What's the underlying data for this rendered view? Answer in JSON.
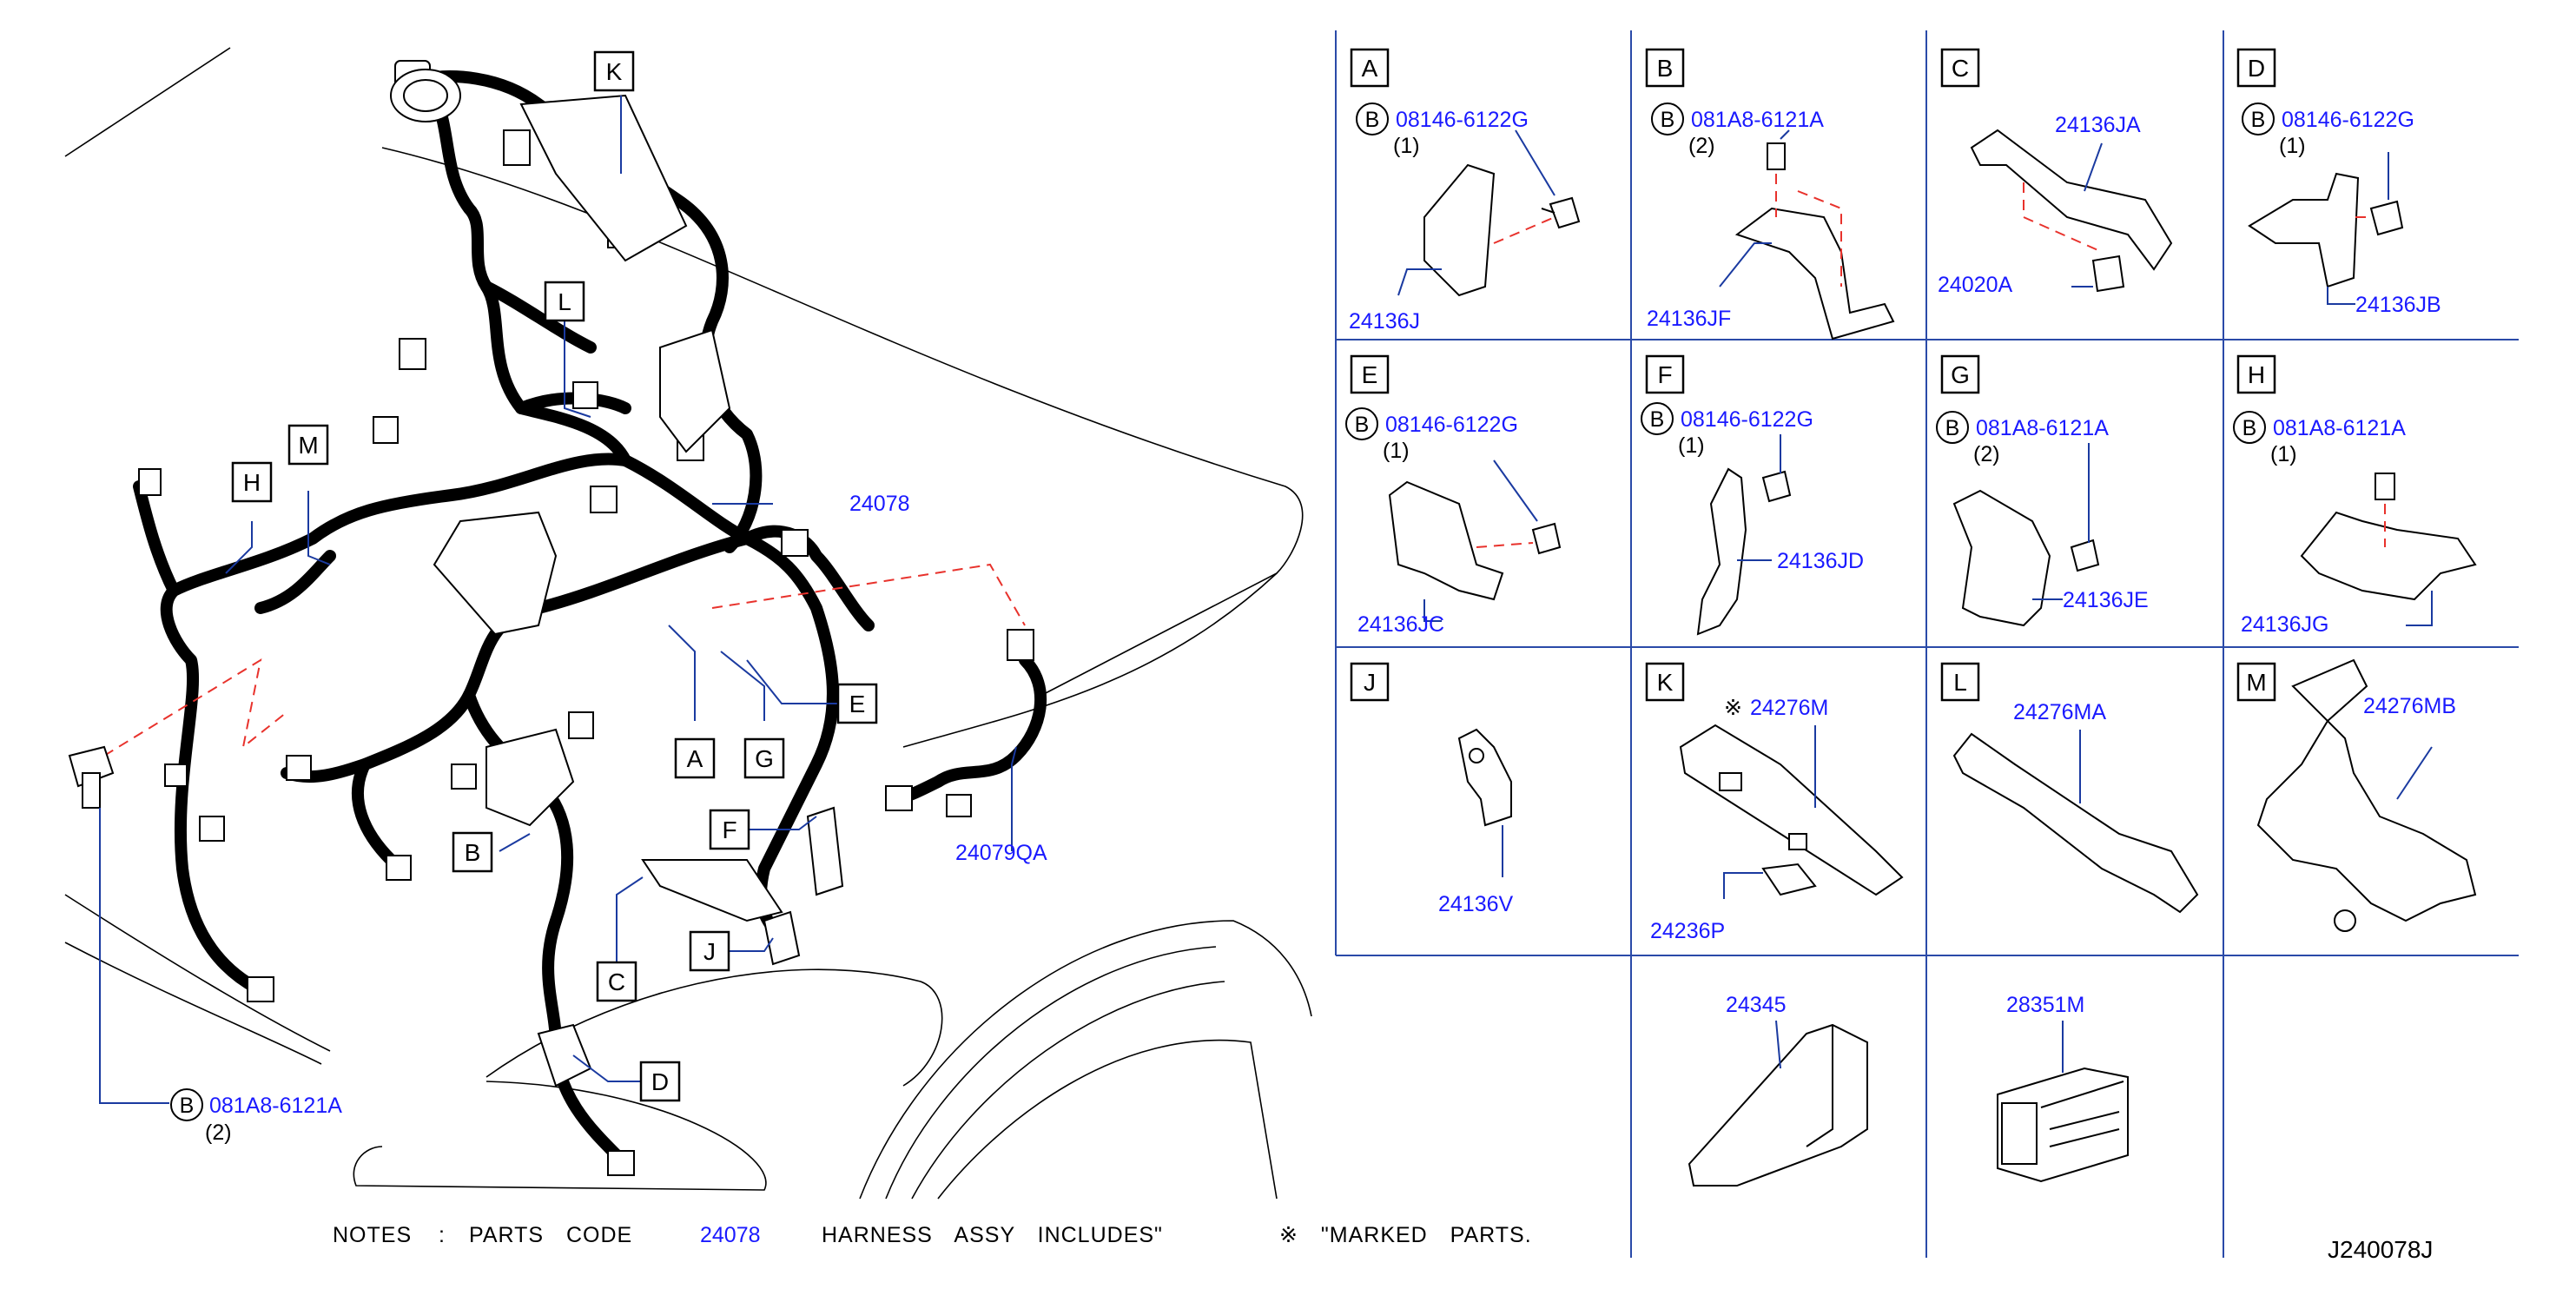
{
  "diagram_id": "J240078J",
  "notes": {
    "prefix": "NOTES",
    "colon": ":",
    "parts_code_label": "PARTS CODE",
    "parts_code": "24078",
    "harness_text": "HARNESS ASSY INCLUDES\"",
    "marked_text": "※ \"MARKED PARTS."
  },
  "main": {
    "callouts": [
      "K",
      "L",
      "M",
      "H",
      "A",
      "G",
      "E",
      "B",
      "F",
      "C",
      "J",
      "D"
    ],
    "parts": {
      "harness": "24078",
      "sub_harness": "24079QA",
      "bolt": "081A8-6121A",
      "bolt_qty": "(2)"
    }
  },
  "panels": [
    {
      "letter": "A",
      "bolt": "08146-6122G",
      "qty": "(1)",
      "parts": [
        "24136J"
      ]
    },
    {
      "letter": "B",
      "bolt": "081A8-6121A",
      "qty": "(2)",
      "parts": [
        "24136JF"
      ]
    },
    {
      "letter": "C",
      "bolt": "",
      "qty": "",
      "parts": [
        "24136JA",
        "24020A"
      ]
    },
    {
      "letter": "D",
      "bolt": "08146-6122G",
      "qty": "(1)",
      "parts": [
        "24136JB"
      ]
    },
    {
      "letter": "E",
      "bolt": "08146-6122G",
      "qty": "(1)",
      "parts": [
        "24136JC"
      ]
    },
    {
      "letter": "F",
      "bolt": "08146-6122G",
      "qty": "(1)",
      "parts": [
        "24136JD"
      ]
    },
    {
      "letter": "G",
      "bolt": "081A8-6121A",
      "qty": "(2)",
      "parts": [
        "24136JE"
      ]
    },
    {
      "letter": "H",
      "bolt": "081A8-6121A",
      "qty": "(1)",
      "parts": [
        "24136JG"
      ]
    },
    {
      "letter": "J",
      "bolt": "",
      "qty": "",
      "parts": [
        "24136V"
      ]
    },
    {
      "letter": "K",
      "bolt": "",
      "qty": "",
      "marked": "※",
      "parts": [
        "24276M",
        "24236P"
      ]
    },
    {
      "letter": "L",
      "bolt": "",
      "qty": "",
      "parts": [
        "24276MA"
      ]
    },
    {
      "letter": "M",
      "bolt": "",
      "qty": "",
      "parts": [
        "24276MB"
      ]
    }
  ],
  "loose_parts": [
    "24345",
    "28351M"
  ],
  "bolt_symbol": "B",
  "colors": {
    "part_number": "#1a1aff",
    "grid": "#2a4aa8",
    "dashed": "#e8322c"
  }
}
